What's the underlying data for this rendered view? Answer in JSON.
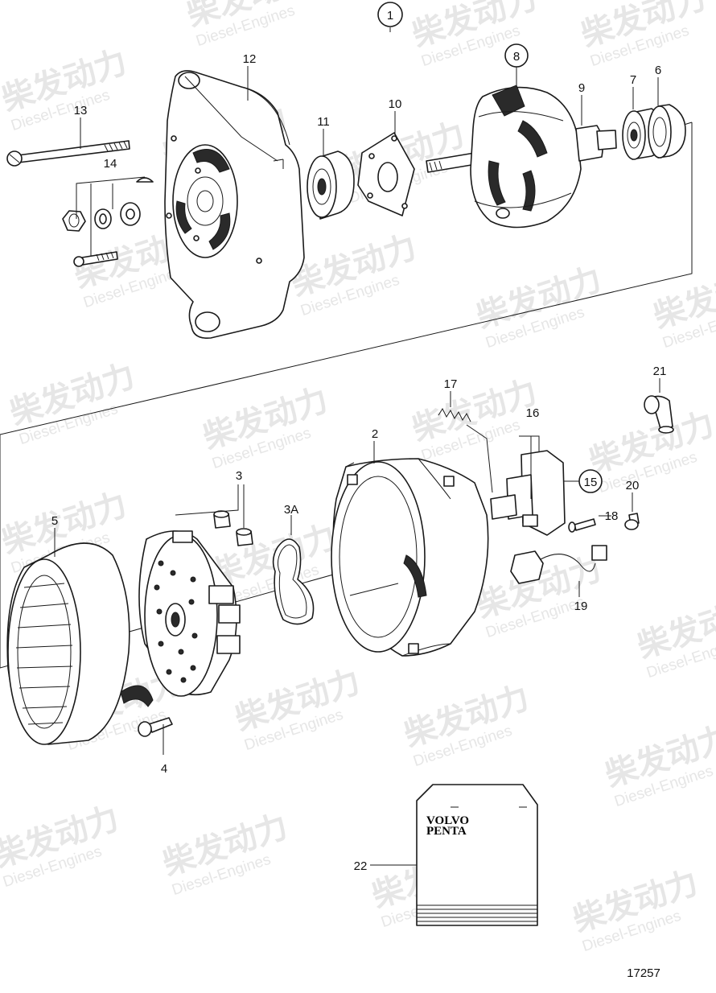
{
  "drawing_number": "17257",
  "watermark": {
    "chinese": "柴发动力",
    "english": "Diesel-Engines"
  },
  "manual_brand": {
    "line1": "VOLVO",
    "line2": "PENTA"
  },
  "callouts": {
    "c1": "1",
    "c2": "2",
    "c3": "3",
    "c3a": "3A",
    "c4": "4",
    "c5": "5",
    "c6": "6",
    "c7": "7",
    "c8": "8",
    "c9": "9",
    "c10": "10",
    "c11": "11",
    "c12": "12",
    "c13": "13",
    "c14": "14",
    "c15": "15",
    "c16": "16",
    "c17": "17",
    "c18": "18",
    "c19": "19",
    "c20": "20",
    "c21": "21",
    "c22": "22"
  }
}
